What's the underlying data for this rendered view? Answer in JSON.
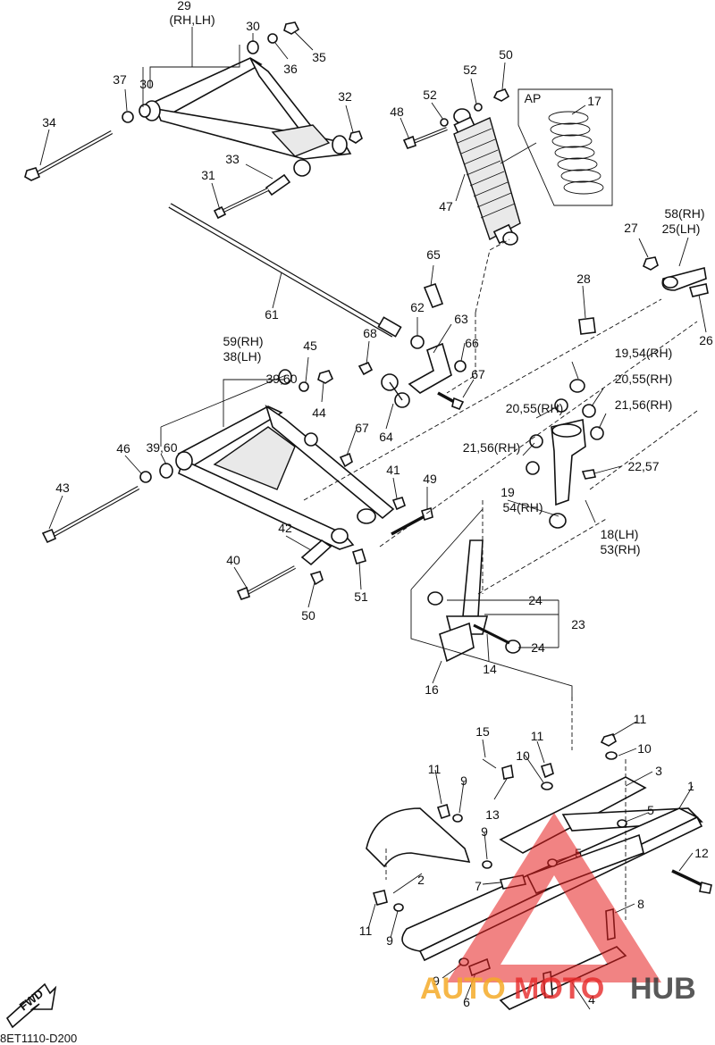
{
  "diagram": {
    "drawing_code": "8ET1110-D200",
    "fwd_label": "FWD",
    "ap_label": "AP",
    "watermark": {
      "auto": "AUTO",
      "moto": "MOTO",
      "hub": "HUB"
    }
  },
  "labels": {
    "l29": "29",
    "l_rhlh": "(RH,LH)",
    "l30a": "30",
    "l30b": "30",
    "l36": "36",
    "l35": "35",
    "l37": "37",
    "l34": "34",
    "l32": "32",
    "l33": "33",
    "l31": "31",
    "l61": "61",
    "l48": "48",
    "l52a": "52",
    "l52b": "52",
    "l50a": "50",
    "l17": "17",
    "l47": "47",
    "l27": "27",
    "l58": "58(RH)",
    "l25": "25(LH)",
    "l26": "26",
    "l65": "65",
    "l62": "62",
    "l63": "63",
    "l68": "68",
    "l66": "66",
    "l67a": "67",
    "l28": "28",
    "l59": "59(RH)",
    "l38": "38(LH)",
    "l45": "45",
    "l3960a": "39,60",
    "l44": "44",
    "l64": "64",
    "l67b": "67",
    "l1954rh": "19,54(RH)",
    "l2055a": "20,55(RH)",
    "l2055b": "20,55(RH)",
    "l2156a": "21,56(RH)",
    "l2156b": "21,56(RH)",
    "l2257": "22,57",
    "l46": "46",
    "l3960b": "39,60",
    "l43": "43",
    "l41": "41",
    "l49": "49",
    "l19": "19",
    "l54": "54(RH)",
    "l18": "18(LH)",
    "l53": "53(RH)",
    "l42": "42",
    "l40": "40",
    "l50b": "50",
    "l51": "51",
    "l24a": "24",
    "l24b": "24",
    "l23": "23",
    "l14": "14",
    "l16": "16",
    "l15": "15",
    "l11a": "11",
    "l11b": "11",
    "l11c": "11",
    "l11d": "11",
    "l10a": "10",
    "l10b": "10",
    "l9a": "9",
    "l9b": "9",
    "l9c": "9",
    "l9d": "9",
    "l13": "13",
    "l3": "3",
    "l1": "1",
    "l5a": "5",
    "l5b": "5",
    "l12": "12",
    "l2": "2",
    "l7": "7",
    "l8": "8",
    "l6": "6",
    "l4": "4"
  }
}
